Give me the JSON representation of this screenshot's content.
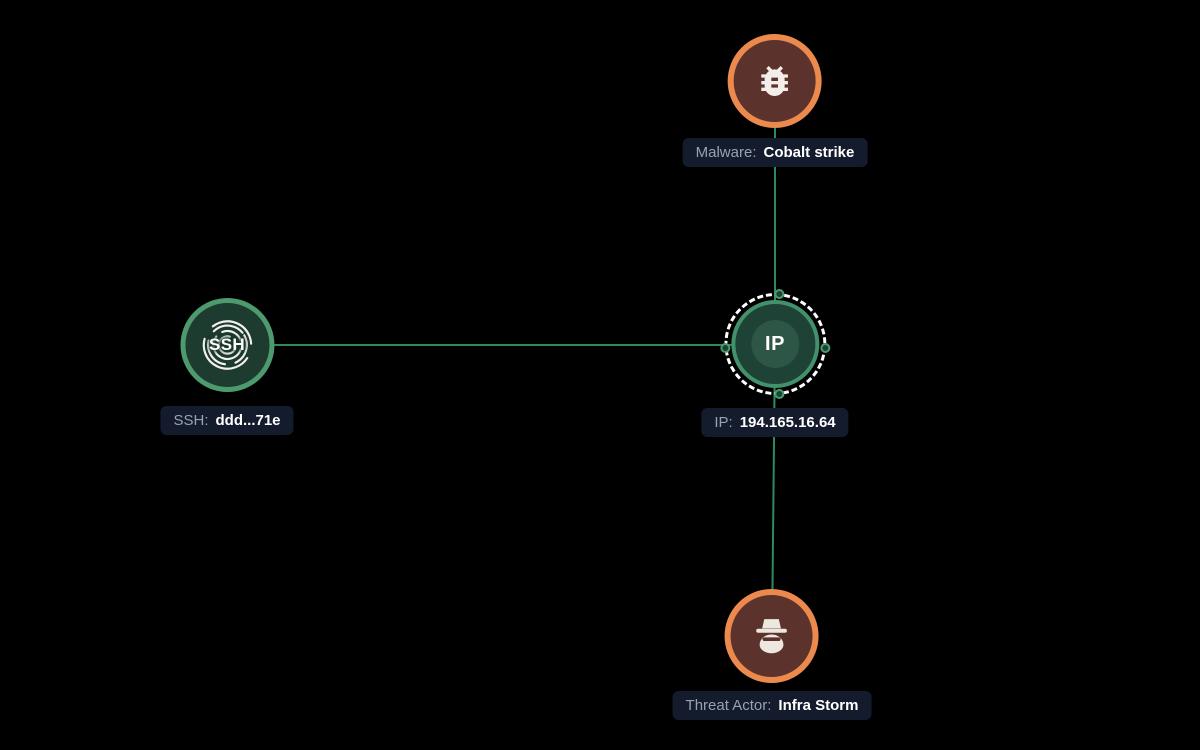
{
  "graph": {
    "nodes": [
      {
        "id": "malware",
        "type": "malware",
        "label_key": "Malware:",
        "label_value": "Cobalt strike"
      },
      {
        "id": "ip",
        "type": "ip",
        "label_key": "IP:",
        "label_value": "194.165.16.64",
        "icon_text": "IP",
        "selected": true
      },
      {
        "id": "ssh",
        "type": "ssh",
        "label_key": "SSH:",
        "label_value": "ddd...71e",
        "icon_text": "SSH"
      },
      {
        "id": "threat_actor",
        "type": "threat-actor",
        "label_key": "Threat Actor:",
        "label_value": "Infra Storm"
      }
    ],
    "edges": [
      {
        "from": "malware",
        "to": "ip"
      },
      {
        "from": "ssh",
        "to": "ip"
      },
      {
        "from": "ip",
        "to": "threat_actor"
      }
    ]
  },
  "icons": {
    "malware": "bug-icon",
    "ssh": "fingerprint-icon",
    "threat_actor": "spy-icon"
  },
  "colors": {
    "background": "#000000",
    "edge_green": "#2E8B5F",
    "green_ring": "#4C9A6E",
    "green_fill": "#1D3B2F",
    "ip_ring": "#43916B",
    "ip_fill": "#1F4236",
    "orange_ring": "#EC8A4E",
    "maroon_fill": "#5C332C",
    "selection_dash": "#FFFFFF",
    "label_bg": "#141B2D",
    "label_key_text": "#97A1B5",
    "label_value_text": "#FFFFFF"
  }
}
